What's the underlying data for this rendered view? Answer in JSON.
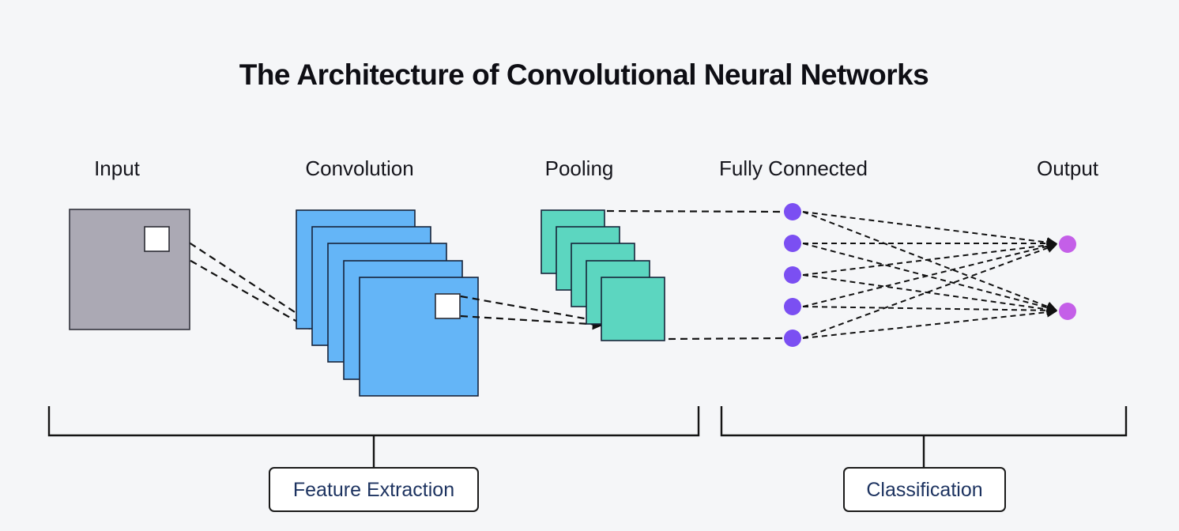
{
  "title": "The Architecture of Convolutional Neural Networks",
  "stages": {
    "input": "Input",
    "convolution": "Convolution",
    "pooling": "Pooling",
    "fully_connected": "Fully Connected",
    "output": "Output"
  },
  "groups": {
    "feature_extraction": "Feature Extraction",
    "classification": "Classification"
  },
  "counts": {
    "conv_layers": 5,
    "pool_layers": 5,
    "fc_neurons": 5,
    "output_neurons": 2
  },
  "colors": {
    "background": "#f5f6f8",
    "input_gray": "#aba9b4",
    "kernel_white": "#ffffff",
    "conv_blue": "#64b5f7",
    "pool_teal": "#5cd6c0",
    "fc_purple": "#7b4ff2",
    "output_magenta": "#c45fe8",
    "line_dark": "#111111",
    "group_label_navy": "#1d3360"
  }
}
